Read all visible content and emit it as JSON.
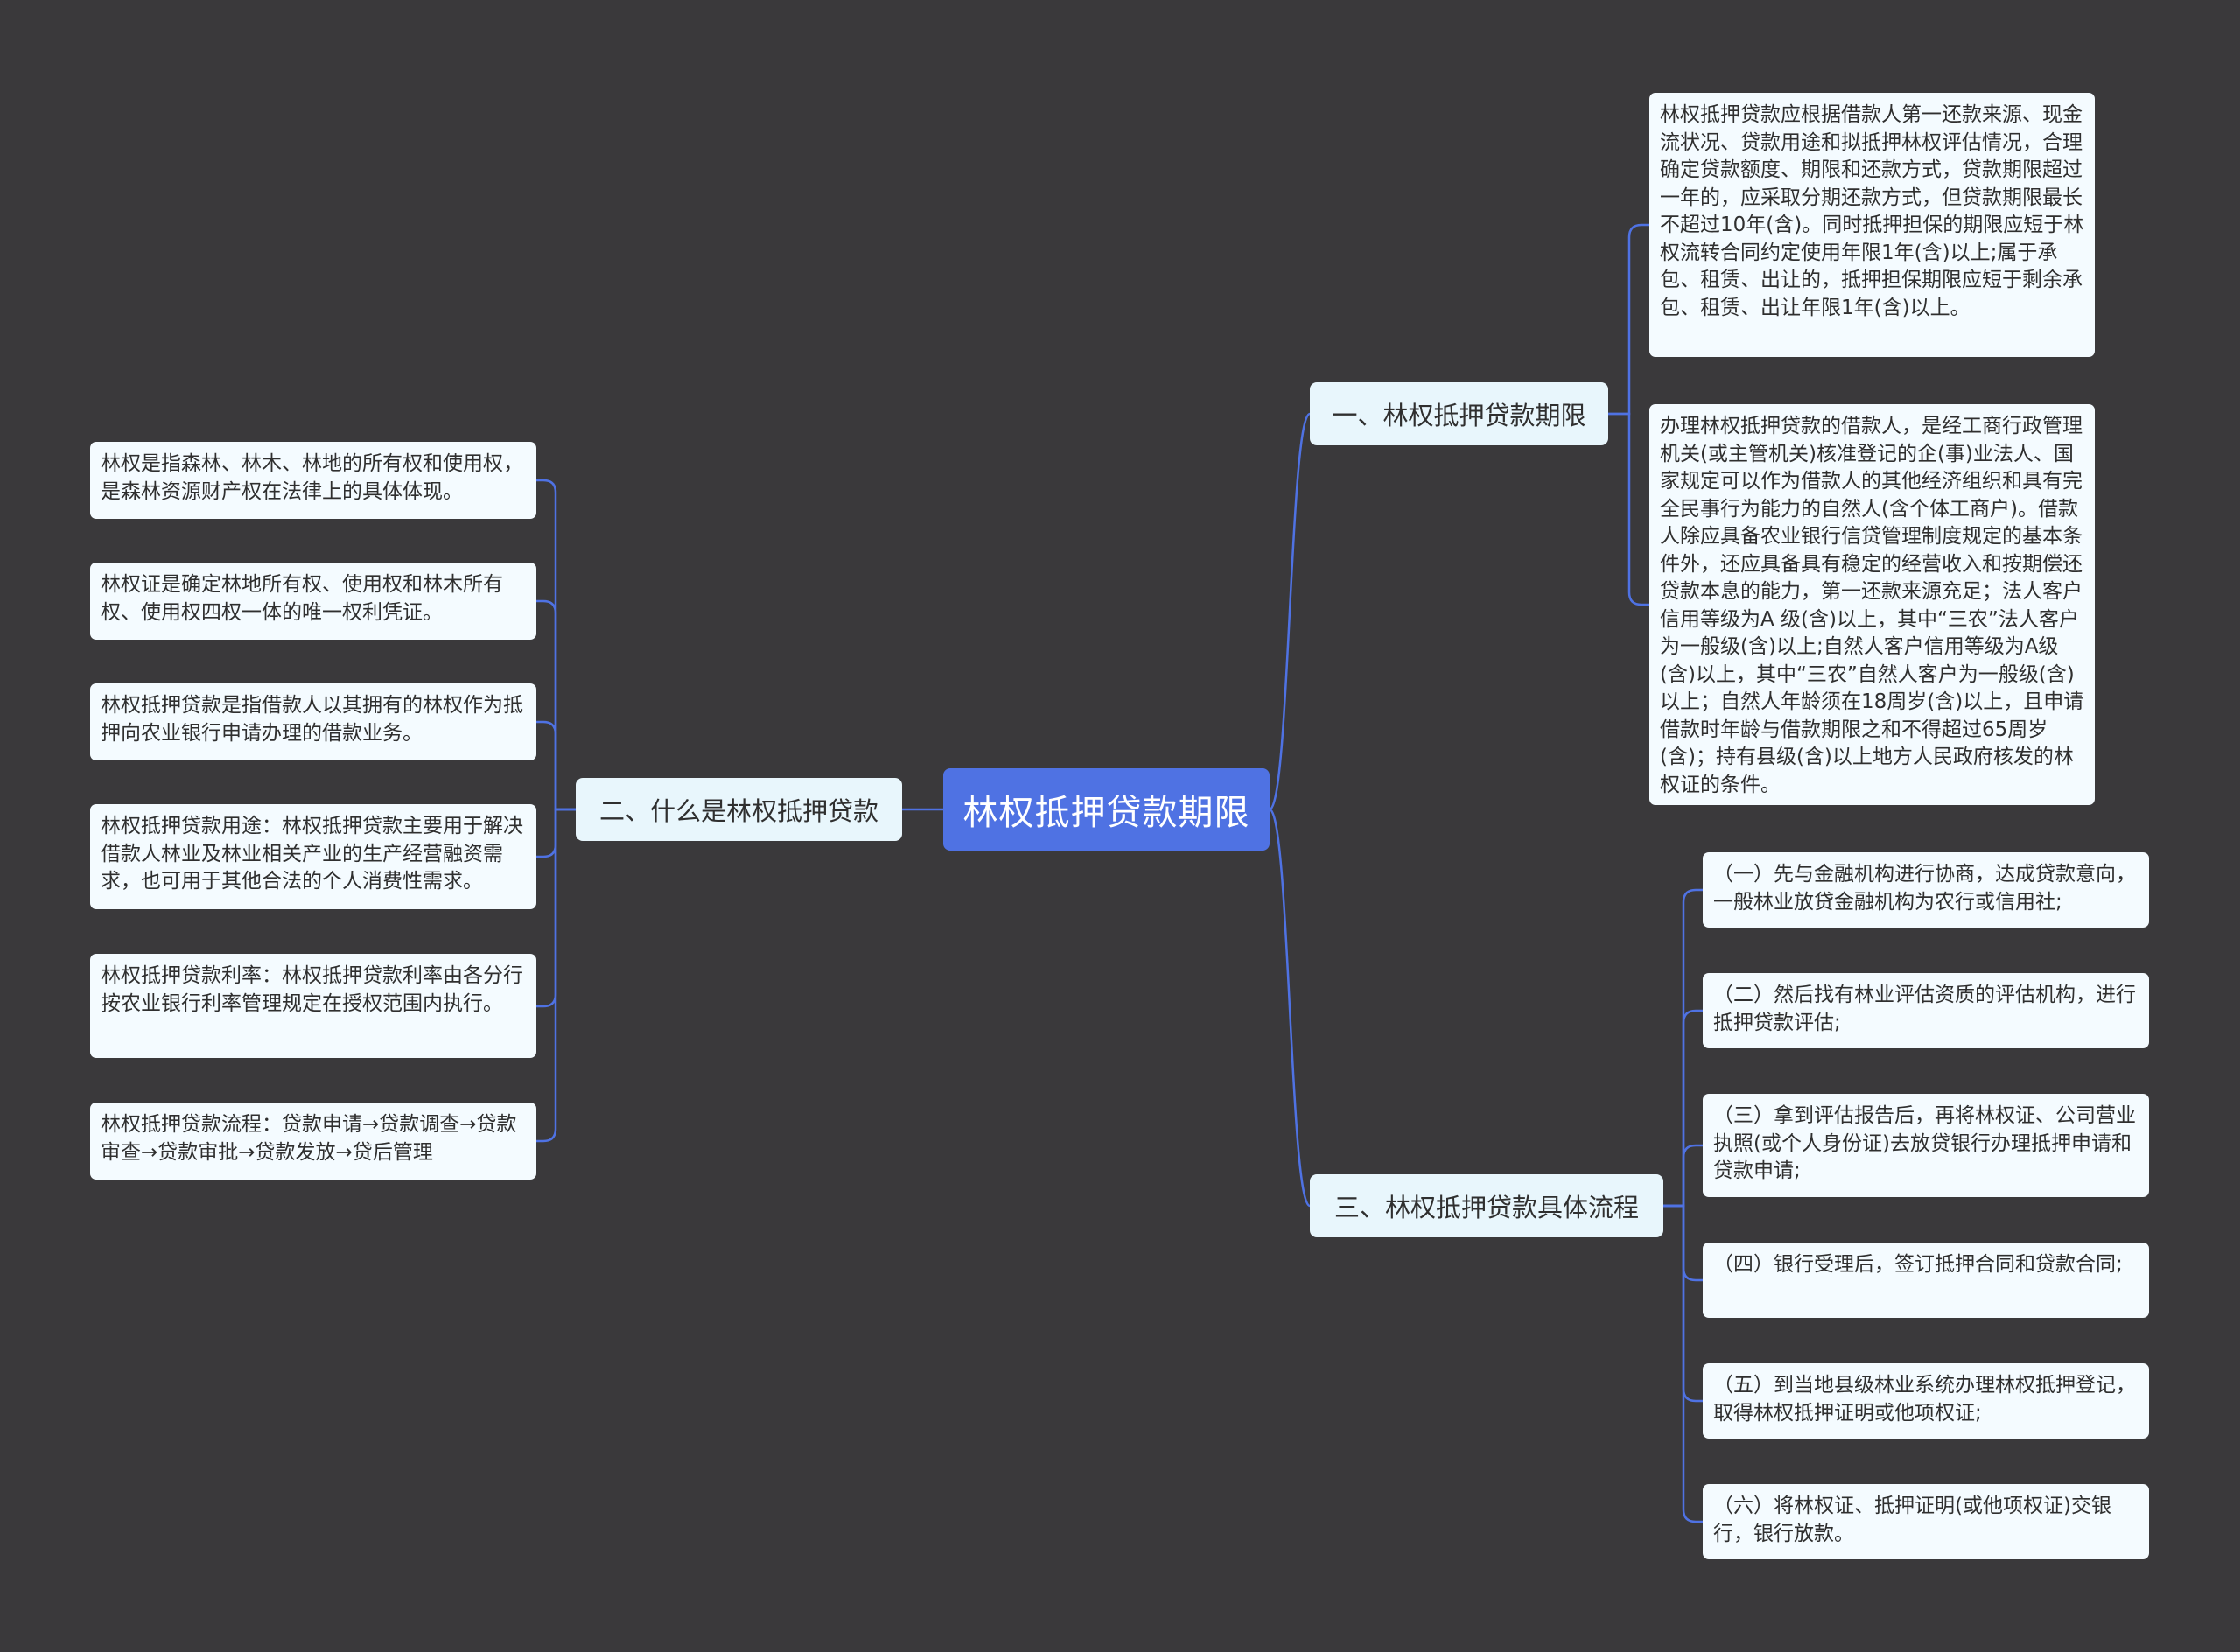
{
  "root": {
    "label": "林权抵押贷款期限"
  },
  "branches": [
    {
      "label": "一、林权抵押贷款期限",
      "children": [
        "林权抵押贷款应根据借款人第一还款来源、现金流状况、贷款用途和拟抵押林权评估情况，合理确定贷款额度、期限和还款方式，贷款期限超过一年的，应采取分期还款方式，但贷款期限最长不超过10年(含)。同时抵押担保的期限应短于林权流转合同约定使用年限1年(含)以上;属于承包、租赁、出让的，抵押担保期限应短于剩余承包、租赁、出让年限1年(含)以上。",
        "办理林权抵押贷款的借款人，是经工商行政管理机关(或主管机关)核准登记的企(事)业法人、国家规定可以作为借款人的其他经济组织和具有完全民事行为能力的自然人(含个体工商户)。借款人除应具备农业银行信贷管理制度规定的基本条件外，还应具备具有稳定的经营收入和按期偿还贷款本息的能力，第一还款来源充足；法人客户信用等级为A 级(含)以上，其中“三农”法人客户为一般级(含)以上;自然人客户信用等级为A级(含)以上，其中“三农”自然人客户为一般级(含)以上；自然人年龄须在18周岁(含)以上，且申请借款时年龄与借款期限之和不得超过65周岁(含)；持有县级(含)以上地方人民政府核发的林权证的条件。"
      ]
    },
    {
      "label": "二、什么是林权抵押贷款",
      "children": [
        "林权是指森林、林木、林地的所有权和使用权，是森林资源财产权在法律上的具体体现。",
        "林权证是确定林地所有权、使用权和林木所有权、使用权四权一体的唯一权利凭证。",
        "林权抵押贷款是指借款人以其拥有的林权作为抵押向农业银行申请办理的借款业务。",
        "林权抵押贷款用途：林权抵押贷款主要用于解决借款人林业及林业相关产业的生产经营融资需求，也可用于其他合法的个人消费性需求。",
        "林权抵押贷款利率：林权抵押贷款利率由各分行按农业银行利率管理规定在授权范围内执行。",
        "林权抵押贷款流程：贷款申请→贷款调查→贷款审查→贷款审批→贷款发放→贷后管理"
      ]
    },
    {
      "label": "三、林权抵押贷款具体流程",
      "children": [
        "（一）先与金融机构进行协商，达成贷款意向，一般林业放贷金融机构为农行或信用社;",
        "（二）然后找有林业评估资质的评估机构，进行抵押贷款评估;",
        "（三）拿到评估报告后，再将林权证、公司营业执照(或个人身份证)去放贷银行办理抵押申请和贷款申请;",
        "（四）银行受理后，签订抵押合同和贷款合同;",
        "（五）到当地县级林业系统办理林权抵押登记，取得林权抵押证明或他项权证;",
        "（六）将林权证、抵押证明(或他项权证)交银行，银行放款。"
      ]
    }
  ],
  "colors": {
    "background": "#3a393b",
    "root": "#4f72e3",
    "branch": "#e8f6fc",
    "leaf": "#f4fbff",
    "connector": "#4f72e3"
  }
}
